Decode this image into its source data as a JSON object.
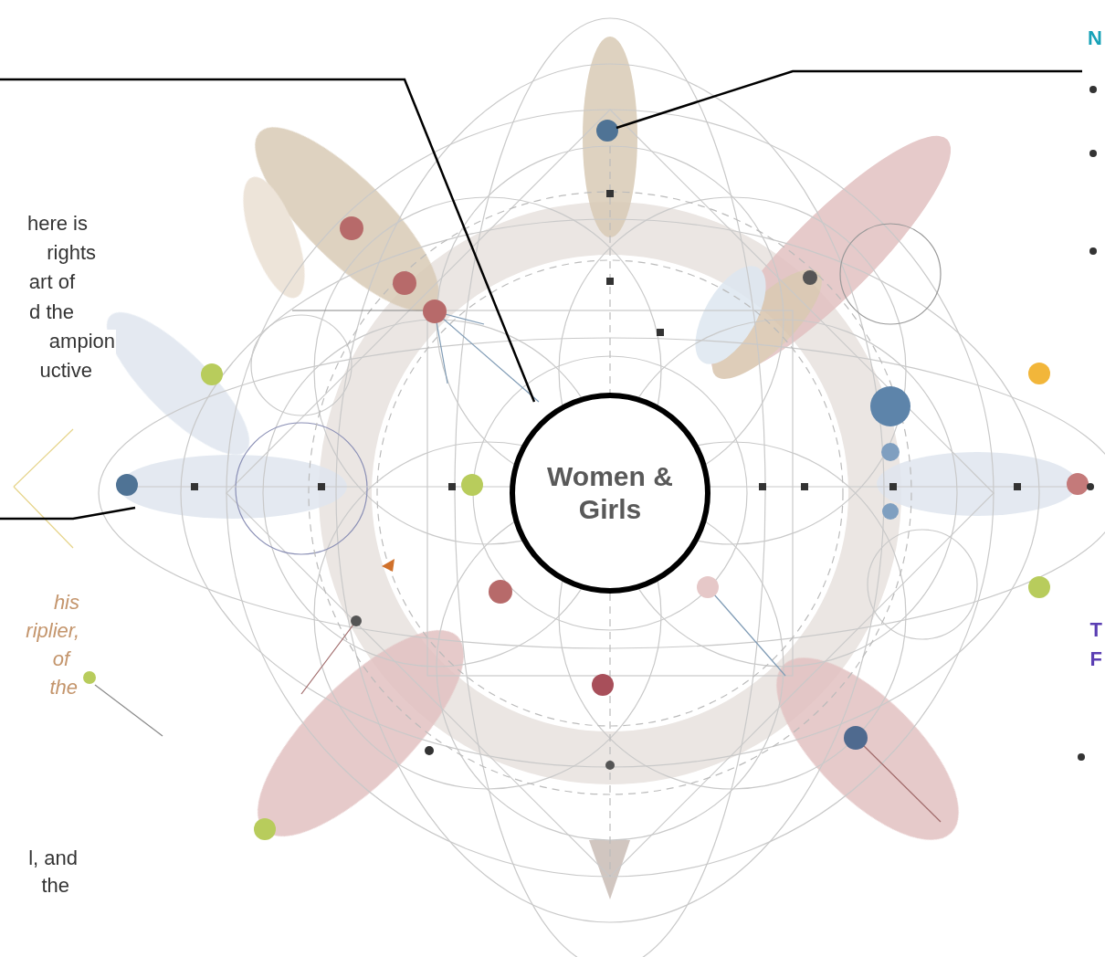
{
  "diagram": {
    "nodes": [
      {
        "text": [
          "Women & Girls"
        ]
      }
    ],
    "labels": [
      "here is",
      "rights",
      "art of",
      "d the",
      "ampion",
      "uctive",
      "his",
      "riplier,",
      "of",
      "the",
      "l, and",
      "the",
      "N",
      "T",
      "F"
    ]
  }
}
